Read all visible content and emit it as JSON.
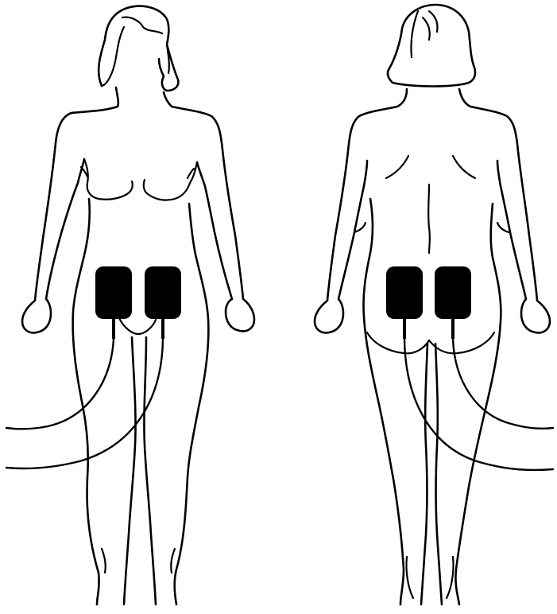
{
  "figure": {
    "views": [
      "front",
      "back"
    ],
    "subject": "female-body-outline",
    "electrode_count_per_view": 2,
    "colors": {
      "line": "#000000",
      "pad": "#000000",
      "background": "#ffffff"
    }
  }
}
